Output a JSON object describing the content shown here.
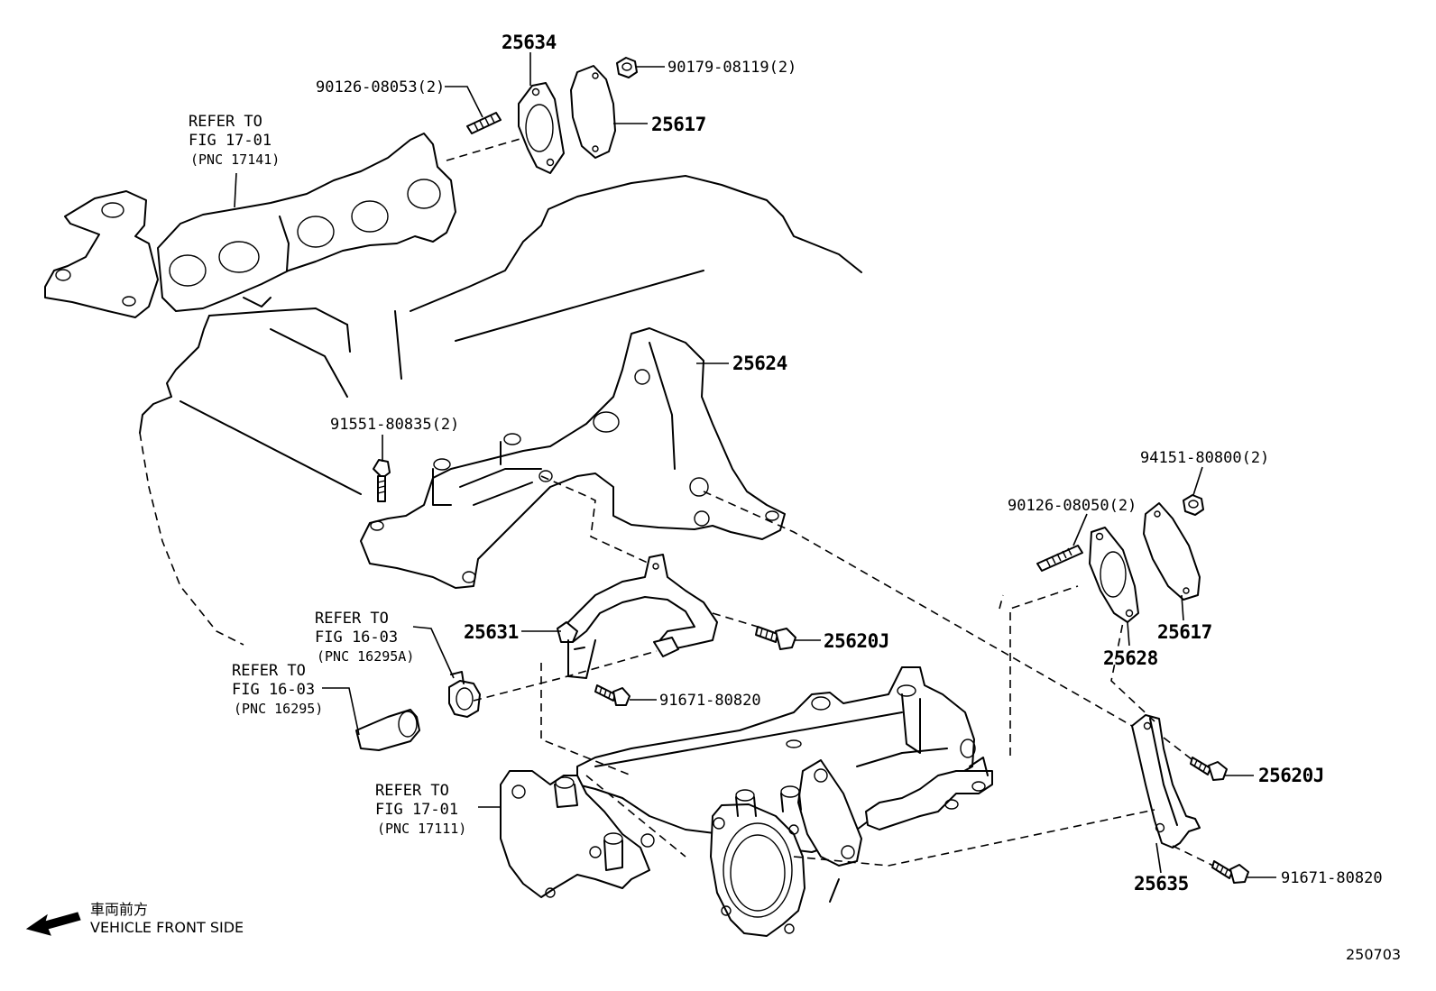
{
  "parts": {
    "p25634": "25634",
    "p90126_08053": "90126-08053(2)",
    "p90179_08119": "90179-08119(2)",
    "p25617_top": "25617",
    "p25624": "25624",
    "p91551_80835": "91551-80835(2)",
    "p94151_80800": "94151-80800(2)",
    "p90126_08050": "90126-08050(2)",
    "p25617_right": "25617",
    "p25628": "25628",
    "p25631": "25631",
    "p25620J_mid": "25620J",
    "p91671_80820_mid": "91671-80820",
    "p25620J_right": "25620J",
    "p25635": "25635",
    "p91671_80820_right": "91671-80820"
  },
  "refs": {
    "r1": {
      "line1": "REFER TO",
      "line2": "FIG 17-01",
      "line3": "(PNC 17141)"
    },
    "r2": {
      "line1": "REFER TO",
      "line2": "FIG 16-03",
      "line3": "(PNC 16295A)"
    },
    "r3": {
      "line1": "REFER TO",
      "line2": "FIG 16-03",
      "line3": "(PNC 16295)"
    },
    "r4": {
      "line1": "REFER TO",
      "line2": "FIG 17-01",
      "line3": "(PNC 17111)"
    }
  },
  "direction": {
    "japanese": "車両前方",
    "english": "VEHICLE FRONT SIDE",
    "icon": "arrow-left-icon"
  },
  "figure_id": "250703"
}
